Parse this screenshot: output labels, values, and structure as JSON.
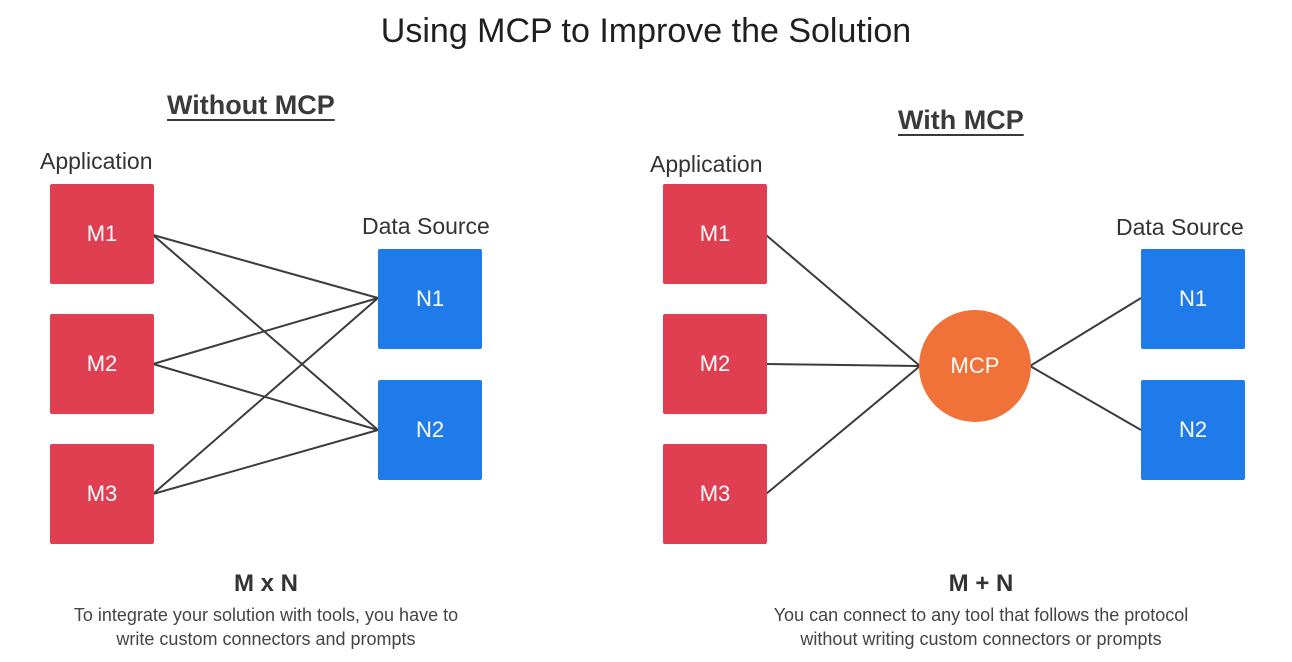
{
  "title": "Using MCP to Improve the Solution",
  "left": {
    "heading": "Without MCP",
    "app_label": "Application",
    "source_label": "Data Source",
    "apps": [
      "M1",
      "M2",
      "M3"
    ],
    "sources": [
      "N1",
      "N2"
    ],
    "formula": "M x N",
    "caption_line1": "To integrate your solution with tools, you have to",
    "caption_line2": "write custom connectors and prompts"
  },
  "right": {
    "heading": "With MCP",
    "app_label": "Application",
    "source_label": "Data Source",
    "apps": [
      "M1",
      "M2",
      "M3"
    ],
    "hub": "MCP",
    "sources": [
      "N1",
      "N2"
    ],
    "formula": "M + N",
    "caption_line1": "You can connect to any tool that follows the protocol",
    "caption_line2": "without writing custom connectors or prompts"
  },
  "colors": {
    "app": "#df3f50",
    "source": "#207bea",
    "hub": "#f07238",
    "line": "#3c3c3c"
  }
}
